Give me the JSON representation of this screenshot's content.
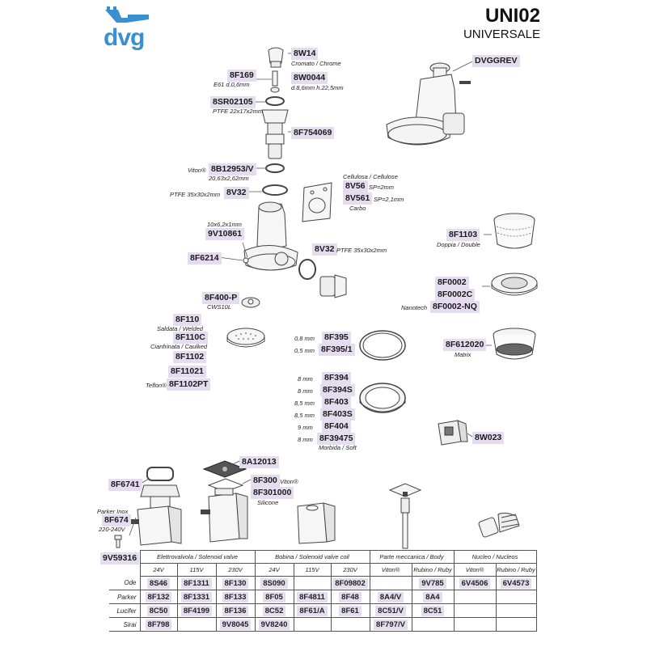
{
  "brand": {
    "name": "dvg",
    "color": "#3a8fd0"
  },
  "title": "UNI02",
  "subtitle": "UNIVERSALE",
  "highlight_color": "#e6dcf0",
  "labels": {
    "l8W14": "8W14",
    "n8W14": "Cromato / Chrome",
    "l8F169": "8F169",
    "n8F169": "E61 d.0,6mm",
    "l8W0044": "8W0044",
    "n8W0044": "d.8,6mm h.22,5mm",
    "l8SR": "8SR02105",
    "nSR": "PTFE 22x17x2mm",
    "l8F754": "8F754069",
    "lDVG": "DVGGREV",
    "nViton": "Viton®",
    "l8B12953": "8B12953/V",
    "n8B12953": "20,63x2,62mm",
    "nPTFE35a": "PTFE 35x30x2mm",
    "l8V32a": "8V32",
    "nCell": "Cellulosa / Cellulose",
    "l8V56": "8V56",
    "n8V56": "SP=2mm",
    "l8V561": "8V561",
    "n8V561": "SP=2,1mm",
    "nCarbo": "Carbo",
    "n9V10861": "10x6,2x1mm",
    "l9V10861": "9V10861",
    "l8F1103": "8F1103",
    "n8F1103": "Doppia / Double",
    "l8F6214": "8F6214",
    "l8V32b": "8V32",
    "nPTFE35b": "PTFE 35x30x2mm",
    "l8F0002": "8F0002",
    "l8F0002C": "8F0002C",
    "nNanotech": "Nanotech",
    "l8F0002NQ": "8F0002-NQ",
    "l8F400P": "8F400-P",
    "n8F400P": "CWS10L",
    "l8F110": "8F110",
    "n8F110": "Saldata / Welded",
    "l8F110C": "8F110C",
    "n8F110C": "Cianfrinata / Caulked",
    "l8F1102": "8F1102",
    "l8F11021": "8F11021",
    "nTeflon": "Teflon®",
    "l8F1102PT": "8F1102PT",
    "n395": "0,8 mm",
    "l8F395": "8F395",
    "n3951": "0,5 mm",
    "l8F3951": "8F395/1",
    "l8F612020": "8F612020",
    "n8F612020": "Matrix",
    "n394": "8 mm",
    "l8F394": "8F394",
    "n394S": "8 mm",
    "l8F394S": "8F394S",
    "n403": "8,5 mm",
    "l8F403": "8F403",
    "n403S": "8,5 mm",
    "l8F403S": "8F403S",
    "n404": "9 mm",
    "l8F404": "8F404",
    "n39475": "8 mm",
    "l8F39475": "8F39475",
    "n39475b": "Morbida / Soft",
    "l8W023": "8W023",
    "l8A12013": "8A12013",
    "l8F6741": "8F6741",
    "l8F300": "8F300",
    "n8F300": "Viton®",
    "l8F301000": "8F301000",
    "n8F301000": "Silicone",
    "nParker": "Parker Inox",
    "l8F674": "8F674",
    "n8F674": "220-240V",
    "l9V59316": "9V59316"
  },
  "table": {
    "groups": [
      "Elettrovalvola / Solenoid valve",
      "Bobina / Solenoid valve coil",
      "Parte meccanica / Body",
      "Nucleo / Nucleos"
    ],
    "subheaders": [
      "24V",
      "115V",
      "230V",
      "24V",
      "115V",
      "230V",
      "Viton®",
      "Rubino / Ruby",
      "Viton®",
      "Rubino / Ruby"
    ],
    "rows": [
      {
        "label": "Ode",
        "cells": [
          "8S46",
          "8F1311",
          "8F130",
          "8S090",
          "",
          "8F09802",
          "",
          "9V785",
          "6V4506",
          "6V4573"
        ]
      },
      {
        "label": "Parker",
        "cells": [
          "8F132",
          "8F1331",
          "8F133",
          "8F05",
          "8F4811",
          "8F48",
          "8A4/V",
          "8A4",
          "",
          ""
        ]
      },
      {
        "label": "Lucifer",
        "cells": [
          "8C50",
          "8F4199",
          "8F136",
          "8C52",
          "8F61/A",
          "8F61",
          "8C51/V",
          "8C51",
          "",
          ""
        ]
      },
      {
        "label": "Sirai",
        "cells": [
          "8F798",
          "",
          "9V8045",
          "9V8240",
          "",
          "",
          "8F797/V",
          "",
          "",
          ""
        ]
      }
    ]
  }
}
